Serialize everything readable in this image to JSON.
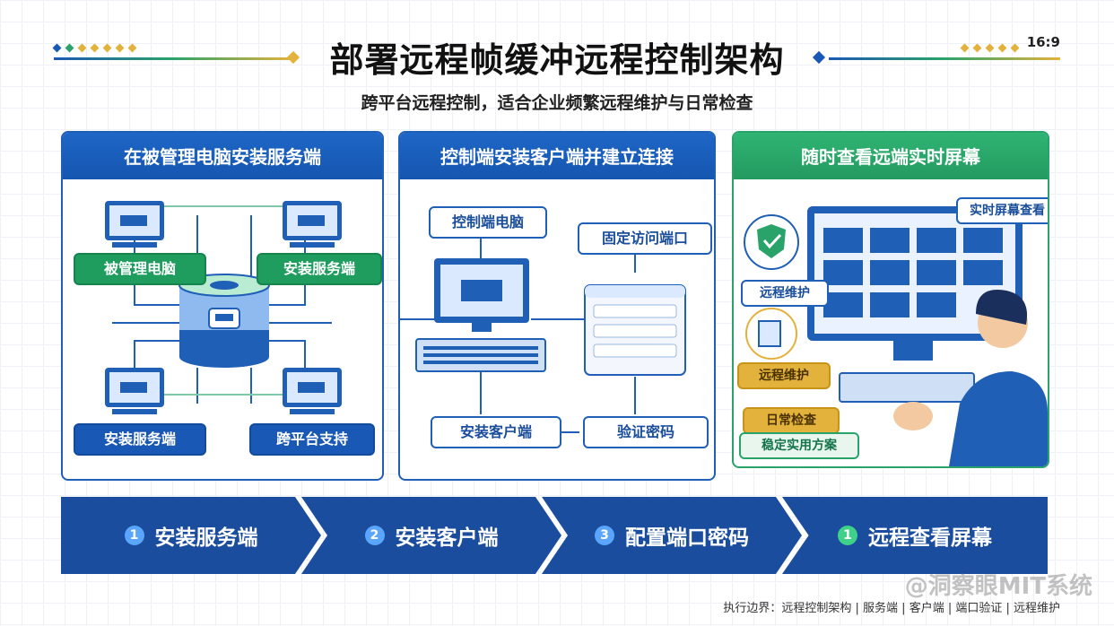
{
  "header": {
    "title": "部署远程帧缓冲远程控制架构",
    "subtitle": "跨平台远程控制，适合企业频繁远程维护与日常检查",
    "aspect_ratio": "16:9"
  },
  "panels": [
    {
      "title": "在被管理电脑安装服务端",
      "labels": [
        "被管理电脑",
        "安装服务端",
        "安装服务端",
        "跨平台支持"
      ]
    },
    {
      "title": "控制端安装客户端并建立连接",
      "labels": [
        "控制端电脑",
        "固定访问端口",
        "安装客户端",
        "验证密码"
      ]
    },
    {
      "title": "随时查看远端实时屏幕",
      "labels": [
        "实时屏幕查看",
        "远程维护",
        "远程维护",
        "日常检查",
        "稳定实用方案"
      ]
    }
  ],
  "steps": [
    {
      "num": "1",
      "label": "安装服务端"
    },
    {
      "num": "2",
      "label": "安装客户端"
    },
    {
      "num": "3",
      "label": "配置端口密码"
    },
    {
      "num": "1",
      "label": "远程查看屏幕"
    }
  ],
  "footer": "执行边界：远程控制架构 | 服务端 | 客户端 | 端口验证 | 远程维护",
  "watermark": "@洞察眼MIT系统",
  "colors": {
    "primary": "#1a58b5",
    "accent_green": "#2aa36a",
    "accent_gold": "#e3b23c"
  }
}
